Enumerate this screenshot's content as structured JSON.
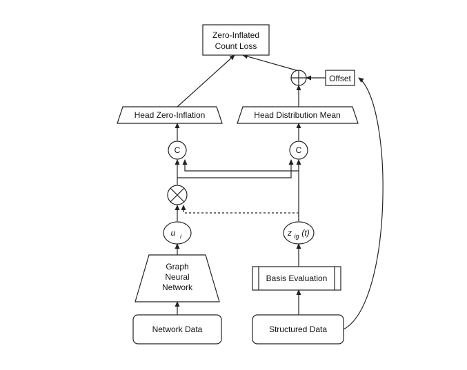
{
  "nodes": {
    "loss": {
      "line1": "Zero-Inflated",
      "line2": "Count Loss"
    },
    "offset": "Offset",
    "head_zero_inflation": "Head Zero-Inflation",
    "head_distribution_mean": "Head Distribution Mean",
    "concat_symbol": "C",
    "gnn": {
      "line1": "Graph",
      "line2": "Neural",
      "line3": "Network"
    },
    "u_i": {
      "base": "u",
      "sub": "i"
    },
    "z_ig_t": {
      "base": "z",
      "sub": "ig",
      "arg": "(t)"
    },
    "basis_evaluation": "Basis Evaluation",
    "network_data": "Network Data",
    "structured_data": "Structured Data"
  }
}
